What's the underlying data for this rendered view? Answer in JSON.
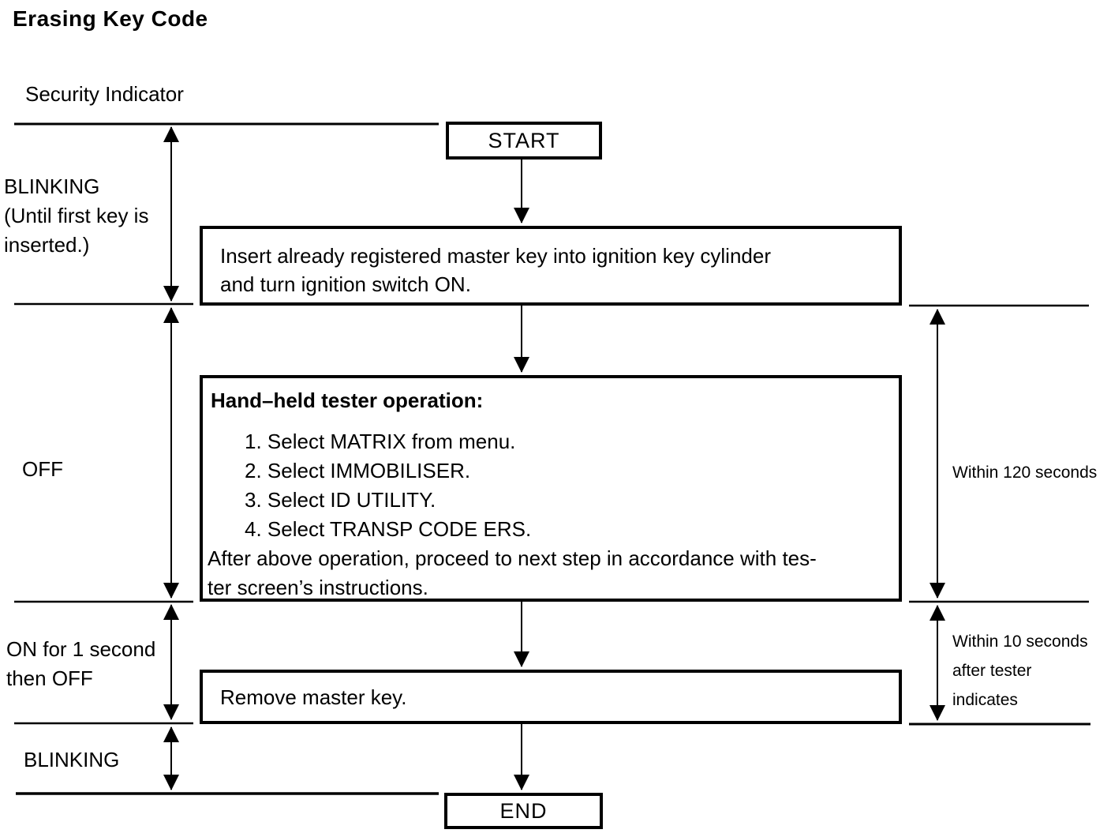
{
  "title": "Erasing Key Code",
  "indicator": {
    "axis_label": "Security Indicator",
    "states": [
      {
        "label": "BLINKING\n(Until first key is\ninserted.)"
      },
      {
        "label": "OFF"
      },
      {
        "label": "ON for 1 second\nthen OFF"
      },
      {
        "label": "BLINKING"
      }
    ]
  },
  "flow": {
    "start_label": "START",
    "step1": {
      "text": "Insert already registered master key into ignition key cylinder\nand turn ignition switch ON."
    },
    "tester": {
      "heading": "Hand–held tester operation:",
      "items": [
        "1. Select MATRIX from menu.",
        "2. Select IMMOBILISER.",
        "3. Select ID UTILITY.",
        "4. Select TRANSP CODE ERS."
      ],
      "note": "After above operation, proceed to next step in accordance with tes-\nter screen’s instructions."
    },
    "step3": {
      "text": "Remove master key."
    },
    "end_label": "END"
  },
  "timing": {
    "within_120_seconds": "Within 120 seconds",
    "within_10_seconds": "Within 10 seconds\nafter tester\nindicates"
  },
  "colors": {
    "ink": "#000000",
    "paper": "#ffffff"
  }
}
